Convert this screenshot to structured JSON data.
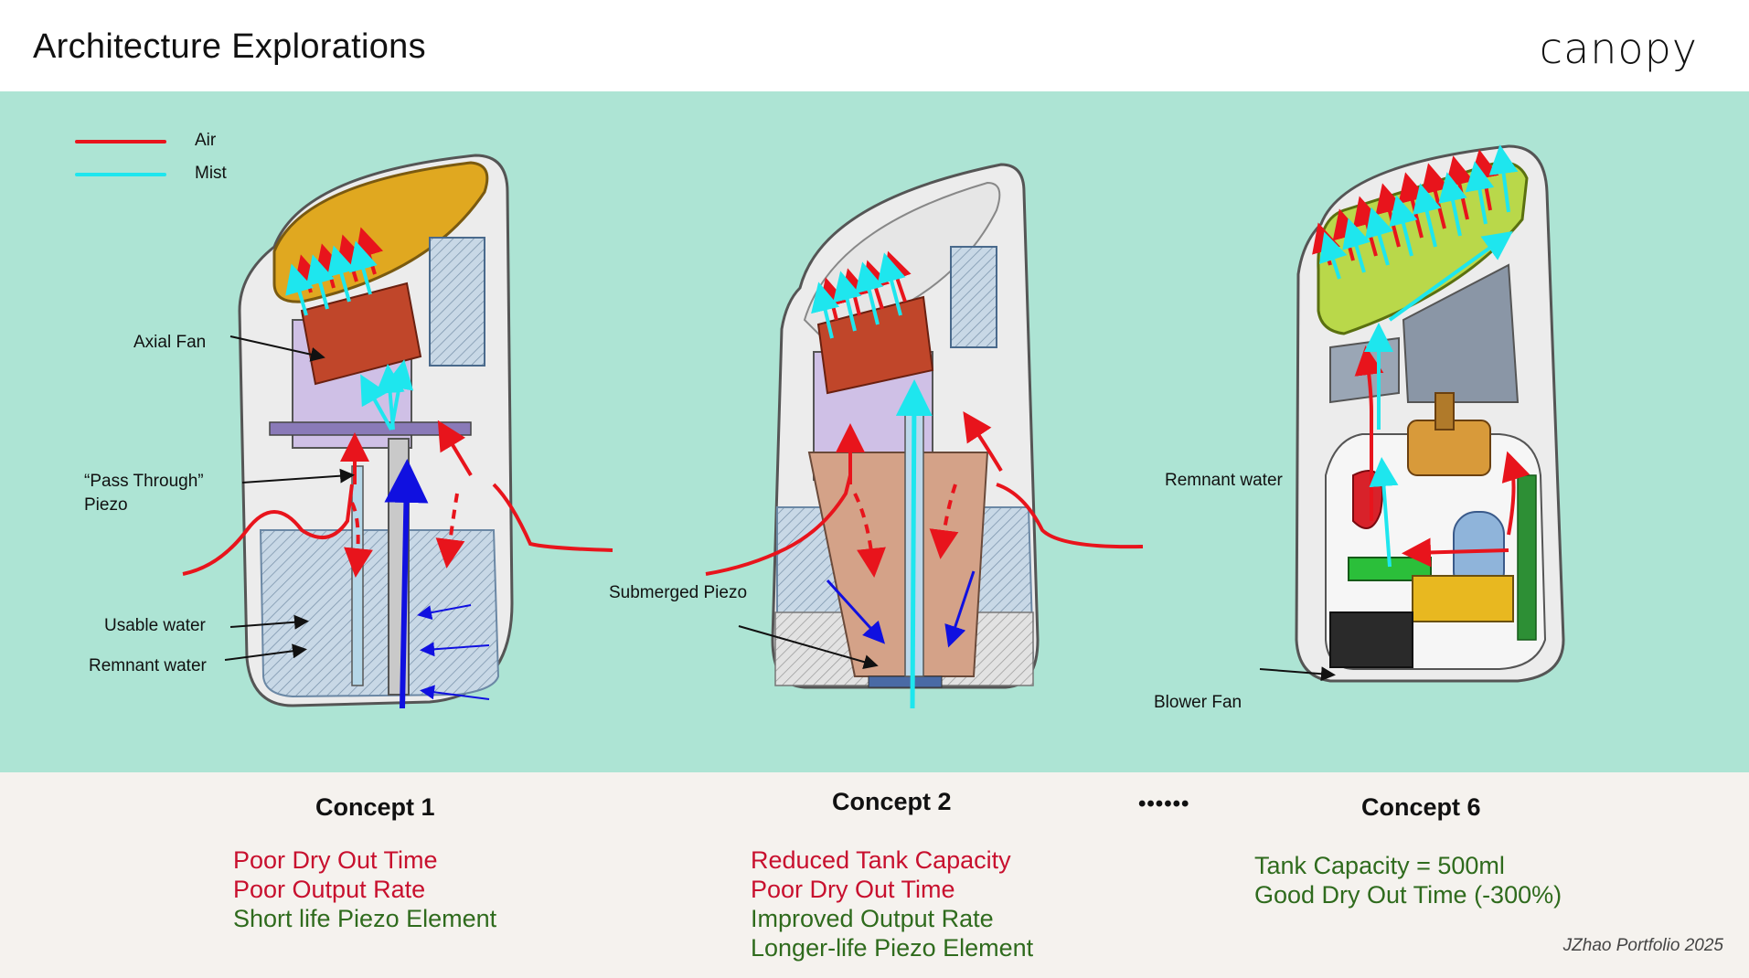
{
  "header": {
    "title": "Architecture Explorations",
    "brand": "canopy"
  },
  "legend": [
    {
      "label": "Air",
      "color": "#e8141c"
    },
    {
      "label": "Mist",
      "color": "#1ee6ee"
    }
  ],
  "callouts": {
    "axial_fan": "Axial Fan",
    "pass_through_1": "“Pass Through”",
    "pass_through_2": "Piezo",
    "usable_water": "Usable water",
    "remnant_water_1": "Remnant water",
    "submerged_piezo": "Submerged Piezo",
    "remnant_water_2": "Remnant water",
    "blower_fan": "Blower Fan"
  },
  "concepts": [
    {
      "title": "Concept 1",
      "negatives": [
        "Poor Dry Out Time",
        "Poor Output Rate"
      ],
      "positives": [
        "Short life Piezo Element"
      ]
    },
    {
      "title": "Concept 2",
      "negatives": [
        "Reduced Tank Capacity",
        "Poor Dry Out Time"
      ],
      "positives": [
        "Improved Output Rate",
        "Longer-life Piezo Element"
      ]
    },
    {
      "title": "Concept 6",
      "negatives": [],
      "positives": [
        "Tank Capacity = 500ml",
        "Good Dry Out Time (-300%)"
      ]
    }
  ],
  "separator": "••••••",
  "footer": "JZhao Portfolio 2025",
  "colors": {
    "diagram_bg": "#ade4d4",
    "air": "#e8141c",
    "mist": "#1ee6ee",
    "water_flow": "#1010e0",
    "negative_text": "#c8102e",
    "positive_text": "#2f6b1d"
  }
}
